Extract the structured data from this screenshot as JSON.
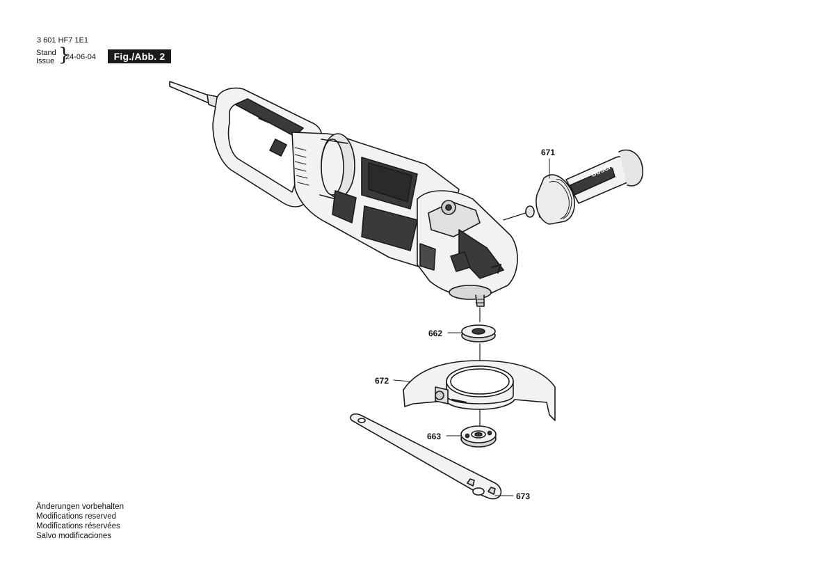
{
  "header": {
    "doc_number": "3 601 HF7 1E1",
    "stand_label": "Stand",
    "issue_label": "Issue",
    "date": "24-06-04",
    "figure_tag": "Fig./Abb. 2"
  },
  "callouts": [
    {
      "id": "671",
      "part": "auxiliary-handle",
      "brand_text": "BOSCH"
    },
    {
      "id": "662",
      "part": "mounting-flange"
    },
    {
      "id": "672",
      "part": "protection-guard"
    },
    {
      "id": "663",
      "part": "clamping-nut"
    },
    {
      "id": "673",
      "part": "two-pin-spanner"
    }
  ],
  "footer": {
    "lines": [
      "Änderungen vorbehalten",
      "Modifications reserved",
      "Modifications réservées",
      "Salvo modificaciones"
    ]
  },
  "colors": {
    "ink": "#1a1a1a",
    "body_fill": "#f2f2f2",
    "dark_fill": "#3a3a3a"
  }
}
